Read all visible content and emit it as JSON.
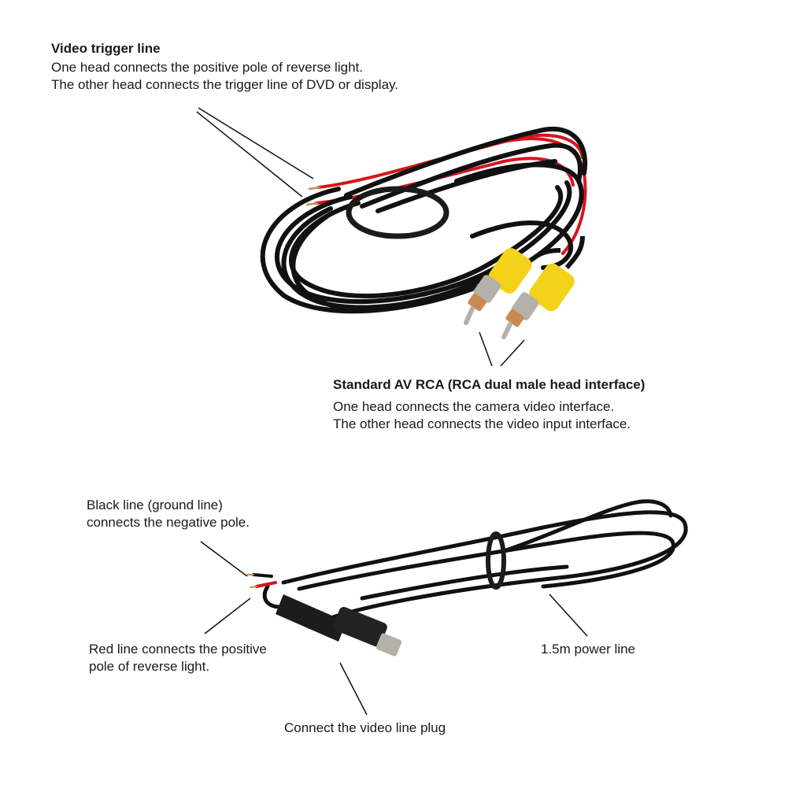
{
  "video_trigger": {
    "title": "Video trigger line",
    "line1": "One head connects the positive pole of reverse light.",
    "line2": "The other head connects the trigger line of DVD or display."
  },
  "rca": {
    "title": "Standard AV RCA (RCA dual male head interface)",
    "line1": "One head connects the camera video interface.",
    "line2": "The other head connects the video input interface."
  },
  "black_line": {
    "line1": "Black line (ground line)",
    "line2": "connects the negative pole."
  },
  "red_line": {
    "line1": "Red line connects the positive",
    "line2": "pole of reverse light."
  },
  "power_line": {
    "label": "1.5m power line"
  },
  "plug": {
    "label": "Connect the video line plug"
  },
  "colors": {
    "cable": "#111111",
    "wire_red": "#d8141b",
    "rca_yellow": "#f3d21a",
    "metal": "#b5b0a8",
    "copper": "#c98a52"
  }
}
